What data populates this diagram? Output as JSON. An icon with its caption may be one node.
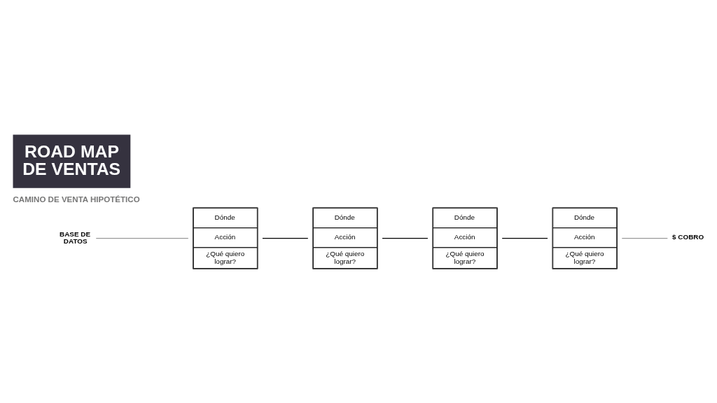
{
  "diagram": {
    "title": "ROAD MAP DE VENTAS",
    "nodes": [
      {
        "text": [
          "BASE DE DATOS"
        ]
      },
      {
        "text": [
          "Dónde",
          "Acción",
          "¿Qué quiero lograr?"
        ]
      },
      {
        "text": [
          "Dónde",
          "Acción",
          "¿Qué quiero lograr?"
        ]
      },
      {
        "text": [
          "Dónde",
          "Acción",
          "¿Qué quiero lograr?"
        ]
      },
      {
        "text": [
          "Dónde",
          "Acción",
          "¿Qué quiero lograr?"
        ]
      },
      {
        "text": [
          "$ COBRO"
        ]
      }
    ],
    "edges": [
      {
        "from": 0,
        "to": 1,
        "arrow": "none",
        "color": "#999999"
      },
      {
        "from": 1,
        "to": 2,
        "arrow": "none"
      },
      {
        "from": 2,
        "to": 3,
        "arrow": "none"
      },
      {
        "from": 3,
        "to": 4,
        "arrow": "none"
      },
      {
        "from": 4,
        "to": 5,
        "arrow": "none",
        "color": "#999999"
      }
    ],
    "labels": [
      "CAMINO DE VENTA HIPOTÉTICO"
    ]
  }
}
